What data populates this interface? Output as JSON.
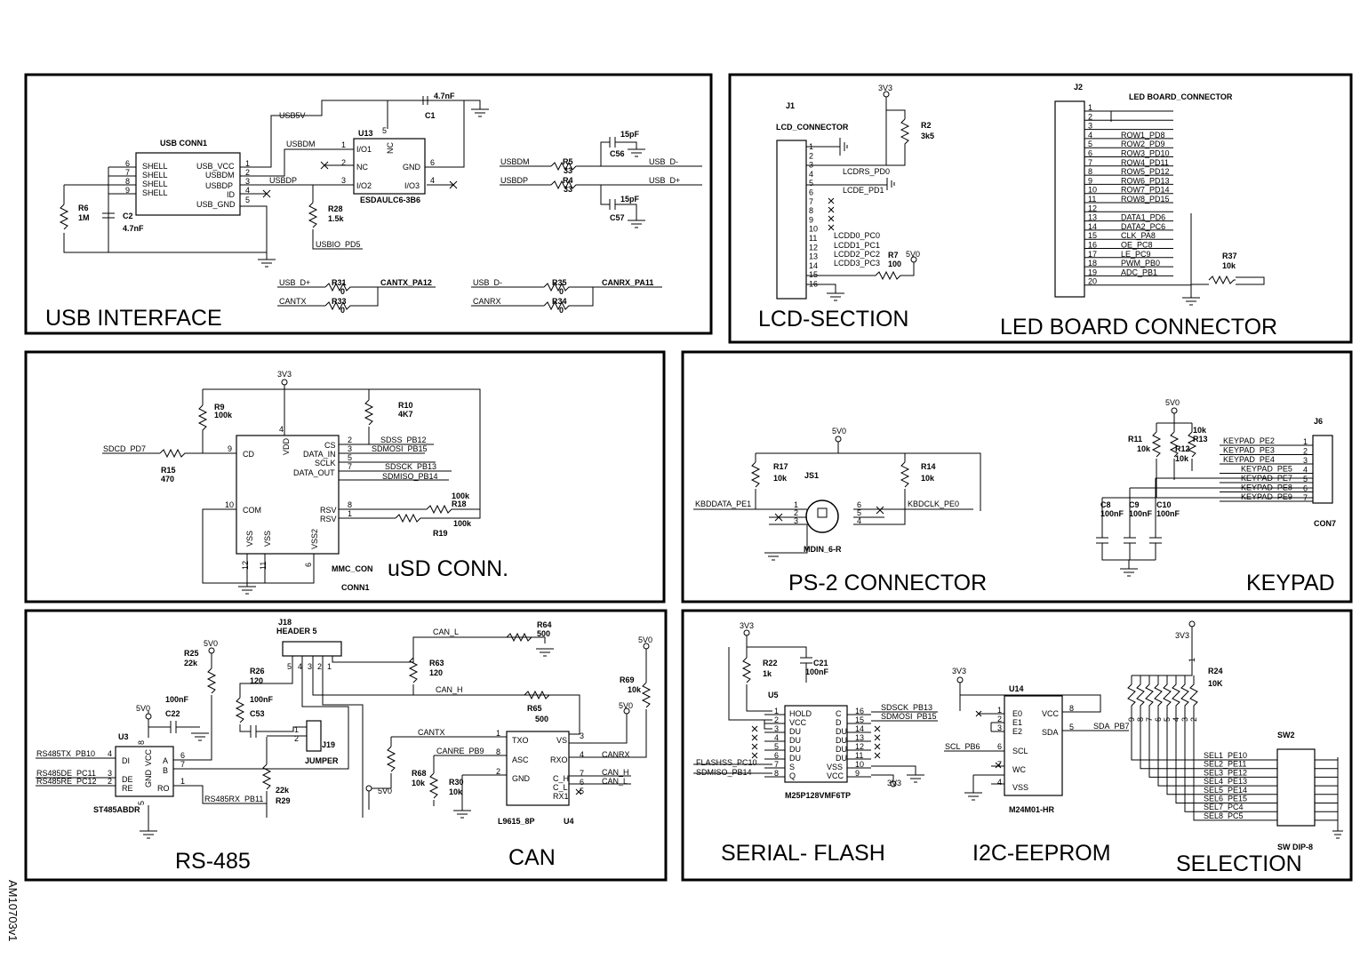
{
  "sections": {
    "usb": "USB INTERFACE",
    "lcd": "LCD-SECTION",
    "led": "LED BOARD  CONNECTOR",
    "usd": "uSD CONN.",
    "ps2": "PS-2 CONNECTOR",
    "keypad": "KEYPAD",
    "rs485": "RS-485",
    "can": "CAN",
    "flash": "SERIAL- FLASH",
    "eeprom": "I2C-EEPROM",
    "selection": "SELECTION"
  },
  "doc_id": "AM10703v1",
  "usb": {
    "conn_ref": "USB CONN1",
    "conn_left": [
      "SHELL",
      "SHELL",
      "SHELL",
      "SHELL"
    ],
    "conn_left_pins": [
      "6",
      "7",
      "8",
      "9"
    ],
    "conn_right": [
      "USB_VCC",
      "USBDM",
      "USBDP",
      "ID",
      "USB_GND"
    ],
    "conn_right_pins": [
      "1",
      "2",
      "3",
      "4",
      "5"
    ],
    "r6": "R6",
    "r6v": "1M",
    "c2": "C2",
    "c2v": "4.7nF",
    "usb5v": "USB5V",
    "usbdm": "USBDM",
    "usbdp": "USBDP",
    "u13": "U13",
    "u13_part": "ESDAULC6-3B6",
    "u13_pins": [
      "I/O1",
      "NC",
      "I/O2",
      "GND",
      "I/O3",
      "NC"
    ],
    "u13_pinnums": [
      "1",
      "2",
      "3",
      "6",
      "4",
      "5"
    ],
    "c1": "C1",
    "c1v": "4.7nF",
    "r28": "R28",
    "r28v": "1.5k",
    "usbio": "USBIO_PD5",
    "c56": "C56",
    "c56v": "15pF",
    "c57": "C57",
    "c57v": "15pF",
    "r5": "R5",
    "r5v": "33",
    "r4": "R4",
    "r4v": "33",
    "usbdm2": "USBDM",
    "usbdp2": "USBDP",
    "usb_dm": "USB_D-",
    "usb_dp": "USB_D+",
    "r31": "R31",
    "r33": "R33",
    "r35": "R35",
    "r34": "R34",
    "zero": "0",
    "usb_dp3": "USB_D+",
    "cantx": "CANTX",
    "cantx_pa12": "CANTX_PA12",
    "usb_dm3": "USB_D-",
    "canrx": "CANRX",
    "canrx_pa11": "CANRX_PA11"
  },
  "lcd": {
    "j1": "J1",
    "conn": "LCD_CONNECTOR",
    "v3v3": "3V3",
    "r2": "R2",
    "r2v": "3k5",
    "pins": [
      "1",
      "2",
      "3",
      "4",
      "5",
      "6",
      "7",
      "8",
      "9",
      "10",
      "11",
      "12",
      "13",
      "14",
      "15",
      "16"
    ],
    "nets": [
      "LCDRS_PD0",
      "LCDE_PD1",
      "LCDD0_PC0",
      "LCDD1_PC1",
      "LCDD2_PC2",
      "LCDD3_PC3"
    ],
    "r7": "R7",
    "r7v": "100",
    "v5v0": "5V0"
  },
  "led": {
    "j2": "J2",
    "conn": "LED BOARD_CONNECTOR",
    "pins": [
      "1",
      "2",
      "3",
      "4",
      "5",
      "6",
      "7",
      "8",
      "9",
      "10",
      "11",
      "12",
      "13",
      "14",
      "15",
      "16",
      "17",
      "18",
      "19",
      "20"
    ],
    "nets": [
      "ROW1_PD8",
      "ROW2_PD9",
      "ROW3_PD10",
      "ROW4_PD11",
      "ROW5_PD12",
      "ROW6_PD13",
      "ROW7_PD14",
      "ROW8_PD15",
      "DATA1_PD6",
      "DATA2_PC6",
      "CLK_PA8",
      "OE_PC8",
      "LE_PC9",
      "PWM_PB0",
      "ADC_PB1"
    ],
    "r37": "R37",
    "r37v": "10k"
  },
  "usd": {
    "v3v3": "3V3",
    "r9": "R9",
    "r9v": "100k",
    "r10": "R10",
    "r10v": "4K7",
    "sdcd": "SDCD_PD7",
    "r15": "R15",
    "r15v": "470",
    "pin_cd": "CD",
    "pin_com": "COM",
    "pin_vdd": "VDD",
    "pins_right": [
      "CS",
      "DATA_IN",
      "SCLK",
      "DATA_OUT",
      "RSV",
      "RSV"
    ],
    "pins_right_nums": [
      "2",
      "3",
      "5",
      "7",
      "8",
      "1"
    ],
    "pins_bottom": [
      "VSS",
      "VSS",
      "VSS2"
    ],
    "pins_bottom_nums": [
      "12",
      "11",
      "6"
    ],
    "num9": "9",
    "num10": "10",
    "num4": "4",
    "nets": [
      "SDSS_PB12",
      "SDMOSI_PB15",
      "SDSCK_PB13",
      "SDMISO_PB14"
    ],
    "r18": "R18",
    "r18v": "100k",
    "r19": "R19",
    "r19v": "100k",
    "ref": "MMC_CON",
    "conn1": "CONN1"
  },
  "ps2": {
    "v5v0": "5V0",
    "r17": "R17",
    "r17v": "10k",
    "r14": "R14",
    "r14v": "10k",
    "js1": "JS1",
    "kbddata": "KBDDATA_PE1",
    "kbdclk": "KBDCLK_PE0",
    "part": "MDIN_6-R",
    "pins": [
      "1",
      "2",
      "3",
      "4",
      "5",
      "6"
    ]
  },
  "keypad": {
    "v5v0": "5V0",
    "r11": "R11",
    "r11v": "10k",
    "r12": "R12",
    "r12v": "10k",
    "r13": "R13",
    "r13v": "10k",
    "nets": [
      "KEYPAD_PE2",
      "KEYPAD_PE3",
      "KEYPAD_PE4",
      "KEYPAD_PE5",
      "KEYPAD_PE7",
      "KEYPAD_PE8",
      "KEYPAD_PE9"
    ],
    "pins": [
      "1",
      "2",
      "3",
      "4",
      "5",
      "6",
      "7"
    ],
    "j6": "J6",
    "con7": "CON7",
    "c8": "C8",
    "c9": "C9",
    "c10": "C10",
    "cv": "100nF"
  },
  "rs485": {
    "j18": "J18",
    "header": "HEADER 5",
    "header_pins": [
      "5",
      "4",
      "3",
      "2",
      "1"
    ],
    "r25": "R25",
    "r25v": "22k",
    "v5v0": "5V0",
    "r26": "R26",
    "r26v": "120",
    "c53v": "100nF",
    "c53": "C53",
    "c22v": "100nF",
    "c22": "C22",
    "u3": "U3",
    "part": "ST485ABDR",
    "pins_left": [
      "DI",
      "DE",
      "RE"
    ],
    "pins_left_nums": [
      "4",
      "3",
      "2"
    ],
    "pins_right": [
      "A",
      "B",
      "RO"
    ],
    "pins_right_nums": [
      "6",
      "7",
      "1"
    ],
    "vcc": "VCC",
    "gnd": "GND",
    "n8": "8",
    "n5": "5",
    "nets": [
      "RS485TX_PB10",
      "RS485DE_PC11",
      "RS485RE_PC12",
      "RS485RX_PB11"
    ],
    "r29": "R29",
    "r29v": "22k",
    "j19": "J19",
    "jumper": "JUMPER",
    "jp": [
      "1",
      "2"
    ]
  },
  "can": {
    "can_l": "CAN_L",
    "can_h": "CAN_H",
    "r64": "R64",
    "r64v": "500",
    "r63": "R63",
    "r63v": "120",
    "r65": "R65",
    "r65v": "500",
    "r69": "R69",
    "r69v": "10k",
    "v5v0": "5V0",
    "cantx": "CANTX",
    "canre": "CANRE_PB9",
    "r68": "R68",
    "r68v": "10k",
    "r30": "R30",
    "r30v": "10k",
    "pins_left": [
      "TXO",
      "ASC",
      "GND"
    ],
    "pins_left_nums": [
      "1",
      "8",
      "2"
    ],
    "pins_right": [
      "VS",
      "RXO",
      "C_H",
      "C_L",
      "RX1"
    ],
    "pins_right_nums": [
      "3",
      "4",
      "7",
      "6",
      "5"
    ],
    "canrx": "CANRX",
    "canh2": "CAN_H",
    "canl2": "CAN_L",
    "part": "L9615_8P",
    "u4": "U4"
  },
  "flash": {
    "v3v3": "3V3",
    "r22": "R22",
    "r22v": "1k",
    "c21": "C21",
    "c21v": "100nF",
    "u5": "U5",
    "pins_left": [
      "HOLD",
      "VCC",
      "DU",
      "DU",
      "DU",
      "DU",
      "S",
      "Q"
    ],
    "pins_left_nums": [
      "1",
      "2",
      "3",
      "4",
      "5",
      "6",
      "7",
      "8"
    ],
    "pins_right": [
      "C",
      "D",
      "DU",
      "DU",
      "DU",
      "DU",
      "VSS",
      "VCC"
    ],
    "pins_right_nums": [
      "16",
      "15",
      "14",
      "13",
      "12",
      "11",
      "10",
      "9"
    ],
    "nets": [
      "SDSCK_PB13",
      "SDMOSI_PB15",
      "FLASHSS_PC10",
      "SDMISO_PB14"
    ],
    "part": "M25P128VMF6TP",
    "v3v3b": "3V3"
  },
  "eeprom": {
    "v3v3": "3V3",
    "u14": "U14",
    "pins_left": [
      "E0",
      "E1",
      "E2",
      "SCL",
      "WC",
      "VSS"
    ],
    "pins_left_nums": [
      "1",
      "2",
      "3",
      "6",
      "7",
      "4"
    ],
    "pins_right": [
      "VCC",
      "SDA"
    ],
    "pins_right_nums": [
      "8",
      "5"
    ],
    "scl": "SCL_PB6",
    "sda": "SDA_PB7",
    "part": "M24M01-HR"
  },
  "selection": {
    "v3v3": "3V3",
    "r24": "R24",
    "r24v": "10K",
    "sw2": "SW2",
    "nets": [
      "SEL1_PE10",
      "SEL2_PE11",
      "SEL3_PE12",
      "SEL4_PE13",
      "SEL5_PE14",
      "SEL6_PE15",
      "SEL7_PC4",
      "SEL8_PC5"
    ],
    "rpins": [
      "9",
      "8",
      "7",
      "6",
      "5",
      "4",
      "3",
      "2"
    ],
    "pin1": "1",
    "part": "SW DIP-8"
  }
}
